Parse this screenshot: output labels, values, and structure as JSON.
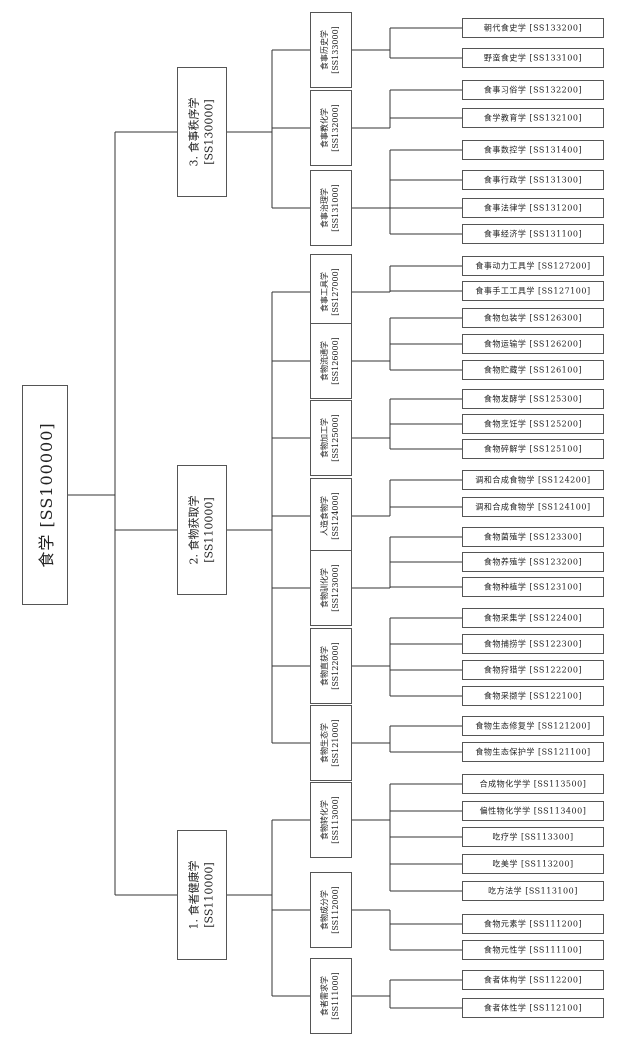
{
  "root": {
    "label": "食学 [SS100000]"
  },
  "branches": [
    {
      "name": "3. 食事秩序学",
      "code": "[SS130000]",
      "subs": [
        {
          "name": "食事历史学",
          "code": "[SS133000]",
          "leaves": [
            "朝代食史学 [SS133200]",
            "野蛮食史学 [SS133100]"
          ]
        },
        {
          "name": "食事教化学",
          "code": "[SS132000]",
          "leaves": [
            "食事习俗学 [SS132200]",
            "食学教育学 [SS132100]"
          ]
        },
        {
          "name": "食事治理学",
          "code": "[SS131000]",
          "leaves": [
            "食事数控学 [SS131400]",
            "食事行政学 [SS131300]",
            "食事法律学 [SS131200]",
            "食事经济学 [SS131100]"
          ]
        }
      ]
    },
    {
      "name": "2. 食物获取学",
      "code": "[SS110000]",
      "subs": [
        {
          "name": "食事工具学",
          "code": "[SS127000]",
          "leaves": [
            "食事动力工具学 [SS127200]",
            "食事手工工具学 [SS127100]"
          ]
        },
        {
          "name": "食物流通学",
          "code": "[SS126000]",
          "leaves": [
            "食物包装学 [SS126300]",
            "食物运输学 [SS126200]",
            "食物贮藏学 [SS126100]"
          ]
        },
        {
          "name": "食物加工学",
          "code": "[SS125000]",
          "leaves": [
            "食物发酵学 [SS125300]",
            "食物烹饪学 [SS125200]",
            "食物碎解学 [SS125100]"
          ]
        },
        {
          "name": "人造食物学",
          "code": "[SS124000]",
          "leaves": [
            "调和合成食物学 [SS124200]",
            "调和合成食物学 [SS124100]"
          ]
        },
        {
          "name": "食物驯化学",
          "code": "[SS123000]",
          "leaves": [
            "食物菌殖学 [SS123300]",
            "食物养殖学 [SS123200]",
            "食物种植学 [SS123100]"
          ]
        },
        {
          "name": "食物直获学",
          "code": "[SS122000]",
          "leaves": [
            "食物采集学 [SS122400]",
            "食物捕捞学 [SS122300]",
            "食物狩猎学 [SS122200]",
            "食物采撷学 [SS122100]"
          ]
        },
        {
          "name": "食物生态学",
          "code": "[SS121000]",
          "leaves": [
            "食物生态修复学 [SS121200]",
            "食物生态保护学 [SS121100]"
          ]
        }
      ]
    },
    {
      "name": "1. 食者健康学",
      "code": "[SS110000]",
      "subs": [
        {
          "name": "食物转化学",
          "code": "[SS113000]",
          "leaves": [
            "合成物化学学 [SS113500]",
            "偏性物化学学 [SS113400]",
            "吃疗学 [SS113300]",
            "吃美学 [SS113200]",
            "吃方法学 [SS113100]"
          ]
        },
        {
          "name": "食物成分学",
          "code": "[SS112000]",
          "leaves": [
            "食物元素学 [SS111200]",
            "食物元性学 [SS111100]"
          ]
        },
        {
          "name": "食者需求学",
          "code": "[SS111000]",
          "leaves": [
            "食者体构学 [SS112200]",
            "食者体性学 [SS112100]"
          ]
        }
      ]
    }
  ]
}
